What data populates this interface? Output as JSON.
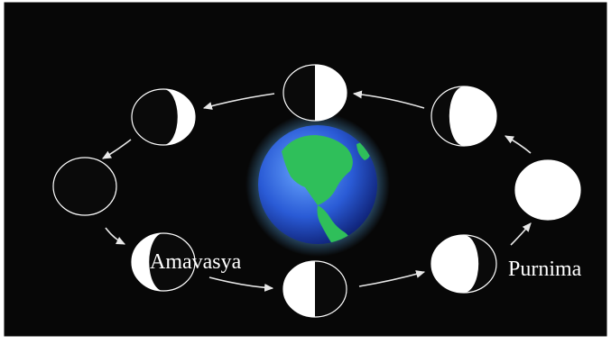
{
  "labels": {
    "amavasya": "Amavasya",
    "purnima": "Purnima"
  },
  "colors": {
    "background": "#070707",
    "frame": "#ffffff",
    "moon_lit": "#ffffff",
    "moon_dark": "#0a0a0a",
    "arrow": "#e8e8e8",
    "ocean": "#2a5bd6",
    "land": "#2fbf5a",
    "glow": "#5fb8ff"
  },
  "phases": [
    {
      "phase": "waxing gibbous",
      "icon": "moon-waxing-gibbous-icon"
    },
    {
      "phase": "first quarter",
      "icon": "moon-first-quarter-icon"
    },
    {
      "phase": "waxing crescent",
      "icon": "moon-waxing-crescent-icon"
    },
    {
      "phase": "new moon",
      "icon": "moon-new-icon"
    },
    {
      "phase": "waning crescent",
      "icon": "moon-waning-crescent-icon"
    },
    {
      "phase": "last quarter",
      "icon": "moon-last-quarter-icon"
    },
    {
      "phase": "waning gibbous",
      "icon": "moon-waning-gibbous-icon"
    },
    {
      "phase": "full moon",
      "icon": "moon-full-icon"
    }
  ],
  "center": {
    "icon": "earth-icon"
  }
}
